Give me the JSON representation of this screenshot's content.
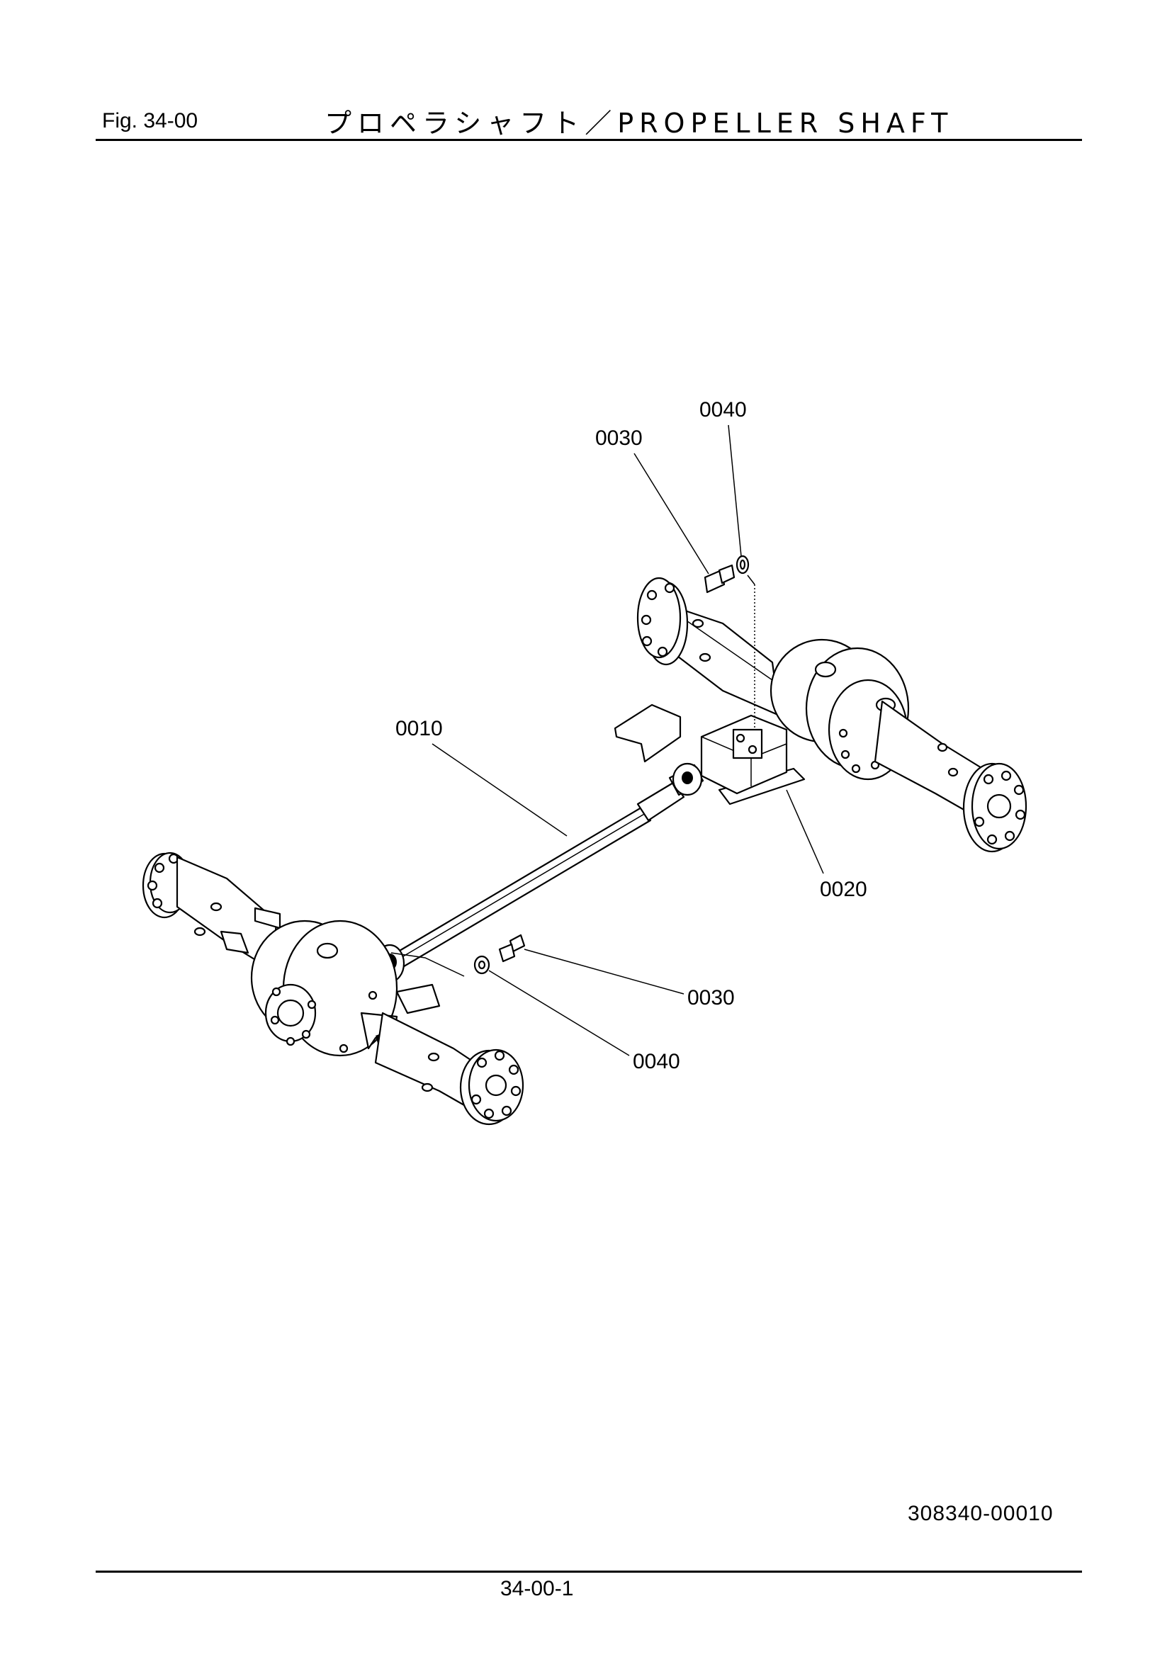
{
  "header": {
    "figure_number": "Fig.  34-00",
    "title": "プロペラシャフト／PROPELLER SHAFT"
  },
  "callouts": {
    "c0040_top": "0040",
    "c0030_top": "0030",
    "c0010": "0010",
    "c0020": "0020",
    "c0030_bottom": "0030",
    "c0040_bottom": "0040"
  },
  "footer": {
    "drawing_id": "308340-00010",
    "page_number": "34-00-1"
  }
}
